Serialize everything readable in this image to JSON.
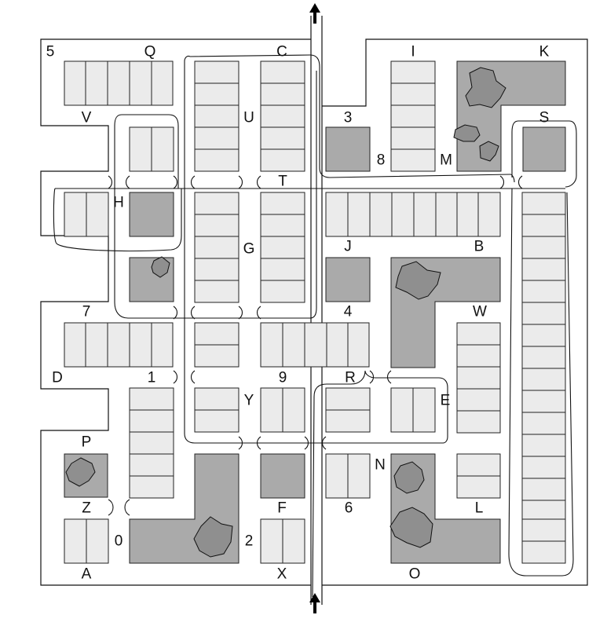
{
  "map": {
    "labels": {
      "five": "5",
      "Q": "Q",
      "C": "C",
      "I": "I",
      "K": "K",
      "V": "V",
      "U": "U",
      "three": "3",
      "S": "S",
      "eight": "8",
      "M": "M",
      "T": "T",
      "H": "H",
      "G": "G",
      "J": "J",
      "B": "B",
      "seven": "7",
      "four": "4",
      "W": "W",
      "D": "D",
      "one": "1",
      "nine": "9",
      "R": "R",
      "Y": "Y",
      "E": "E",
      "P": "P",
      "N": "N",
      "Z": "Z",
      "F": "F",
      "six": "6",
      "L": "L",
      "zero": "0",
      "two": "2",
      "A": "A",
      "X": "X",
      "O": "O"
    },
    "colors": {
      "light_block": "#ebebeb",
      "dark_block": "#aaaaaa",
      "tree": "#8f8f8f",
      "line": "#111111"
    },
    "icons": {
      "north_arrow": "arrow-up-icon",
      "south_arrow": "arrow-up-icon",
      "tree": "tree-icon"
    }
  }
}
